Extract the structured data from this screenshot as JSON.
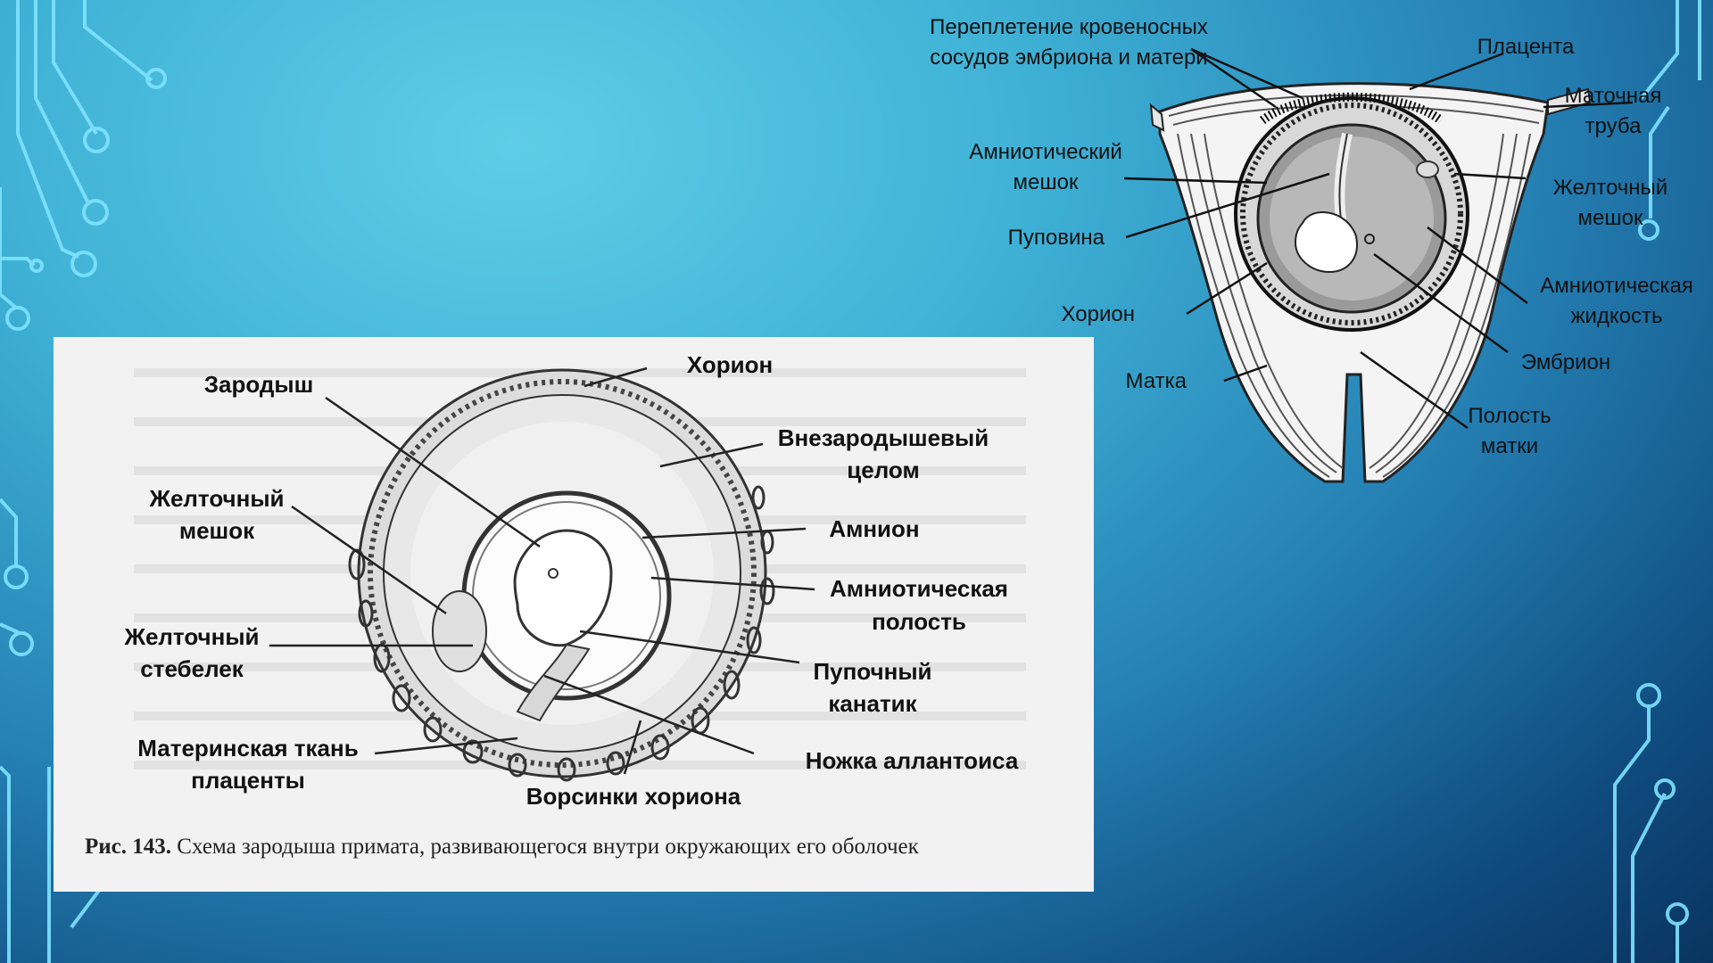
{
  "left_figure": {
    "labels": {
      "chorion": "Хорион",
      "embryo": "Зародыш",
      "extraembryonic_coelom": [
        "Внезародышевый",
        "целом"
      ],
      "yolk_sac": [
        "Желточный",
        "мешок"
      ],
      "amnion": "Амнион",
      "amniotic_cavity": [
        "Амниотическая",
        "полость"
      ],
      "yolk_stalk": [
        "Желточный",
        "стебелек"
      ],
      "umbilical_cord": [
        "Пупочный",
        "канатик"
      ],
      "maternal_tissue": [
        "Материнская ткань",
        "плаценты"
      ],
      "allantois_stalk": "Ножка аллантоиса",
      "chorionic_villi": "Ворсинки хориона"
    },
    "caption": {
      "figure_number": "Рис. 143.",
      "text": "Схема зародыша примата, развивающегося внутри окружающих его оболочек"
    }
  },
  "right_figure": {
    "labels": {
      "vessels": [
        "Переплетение кровеносных",
        "сосудов эмбриона и матери"
      ],
      "placenta": "Плацента",
      "fallopian_tube": [
        "Маточная",
        "труба"
      ],
      "amniotic_sac": [
        "Амниотический",
        "мешок"
      ],
      "yolk_sac": [
        "Желточный",
        "мешок"
      ],
      "umbilical_cord": "Пуповина",
      "amniotic_fluid": [
        "Амниотическая",
        "жидкость"
      ],
      "chorion": "Хорион",
      "embryo": "Эмбрион",
      "uterus": "Матка",
      "uterine_cavity": [
        "Полость",
        "матки"
      ]
    }
  }
}
